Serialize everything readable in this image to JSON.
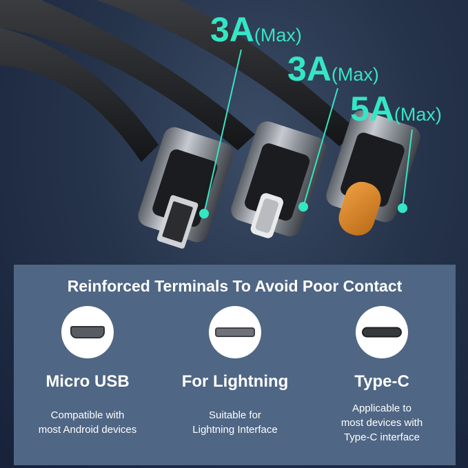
{
  "ratings": [
    {
      "value": "3A",
      "suffix": "(Max)"
    },
    {
      "value": "3A",
      "suffix": "(Max)"
    },
    {
      "value": "5A",
      "suffix": "(Max)"
    }
  ],
  "panel": {
    "title": "Reinforced Terminals To Avoid Poor Contact",
    "connectors": [
      {
        "name": "Micro USB",
        "icon": "micro-usb-port-icon",
        "desc_lines": [
          "Compatible with",
          "most Android devices"
        ]
      },
      {
        "name": "For Lightning",
        "icon": "lightning-port-icon",
        "desc_lines": [
          "Suitable for",
          "Lightning Interface"
        ]
      },
      {
        "name": "Type-C",
        "icon": "type-c-port-icon",
        "desc_lines": [
          "Applicable to",
          "most devices with",
          "Type-C interface"
        ]
      }
    ]
  },
  "colors": {
    "accent": "#35e6c4",
    "panel": "#4f6684",
    "typec_tip": "#d98a2b"
  }
}
